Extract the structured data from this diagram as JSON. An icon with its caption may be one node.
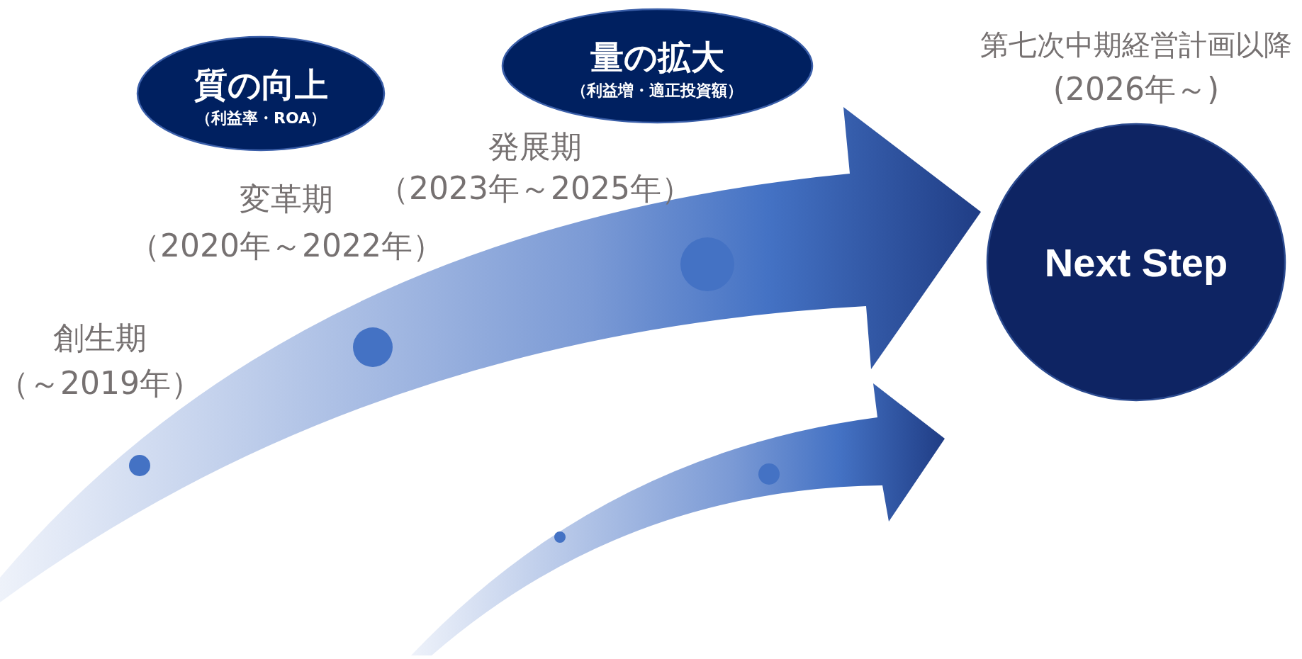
{
  "diagram": {
    "nodes": [
      {
        "text": [
          "質の向上",
          "（利益率・ROA）"
        ]
      },
      {
        "text": [
          "量の拡大",
          "（利益増・適正投資額）"
        ]
      },
      {
        "text": [
          "Next Step"
        ],
        "beside": [
          "第七次中期経営計画以降",
          "(2026年～)"
        ]
      }
    ],
    "labels": [
      "創生期",
      "（～2019年）",
      "変革期",
      "（2020年～2022年）",
      "発展期",
      "（2023年～2025年）"
    ]
  }
}
